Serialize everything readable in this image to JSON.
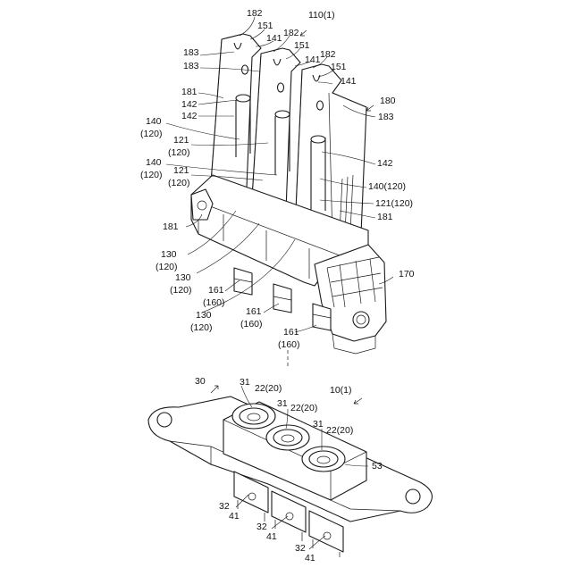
{
  "figure": {
    "upper_assembly": {
      "main_ref": "110(1)",
      "labels": [
        "182",
        "151",
        "141",
        "182",
        "183",
        "151",
        "183",
        "182",
        "141",
        "151",
        "141",
        "180",
        "183",
        "181",
        "142",
        "142",
        "140",
        "(120)",
        "121",
        "(120)",
        "140",
        "(120)",
        "121",
        "(120)",
        "142",
        "140(120)",
        "121(120)",
        "181",
        "181",
        "130",
        "(120)",
        "130",
        "(120)",
        "161",
        "(160)",
        "130",
        "(120)",
        "161",
        "(160)",
        "161",
        "(160)",
        "170"
      ]
    },
    "lower_assembly": {
      "main_ref": "10(1)",
      "labels": [
        "30",
        "31",
        "22(20)",
        "31",
        "22(20)",
        "31",
        "22(20)",
        "53",
        "32",
        "41",
        "32",
        "41",
        "32",
        "41"
      ]
    }
  }
}
